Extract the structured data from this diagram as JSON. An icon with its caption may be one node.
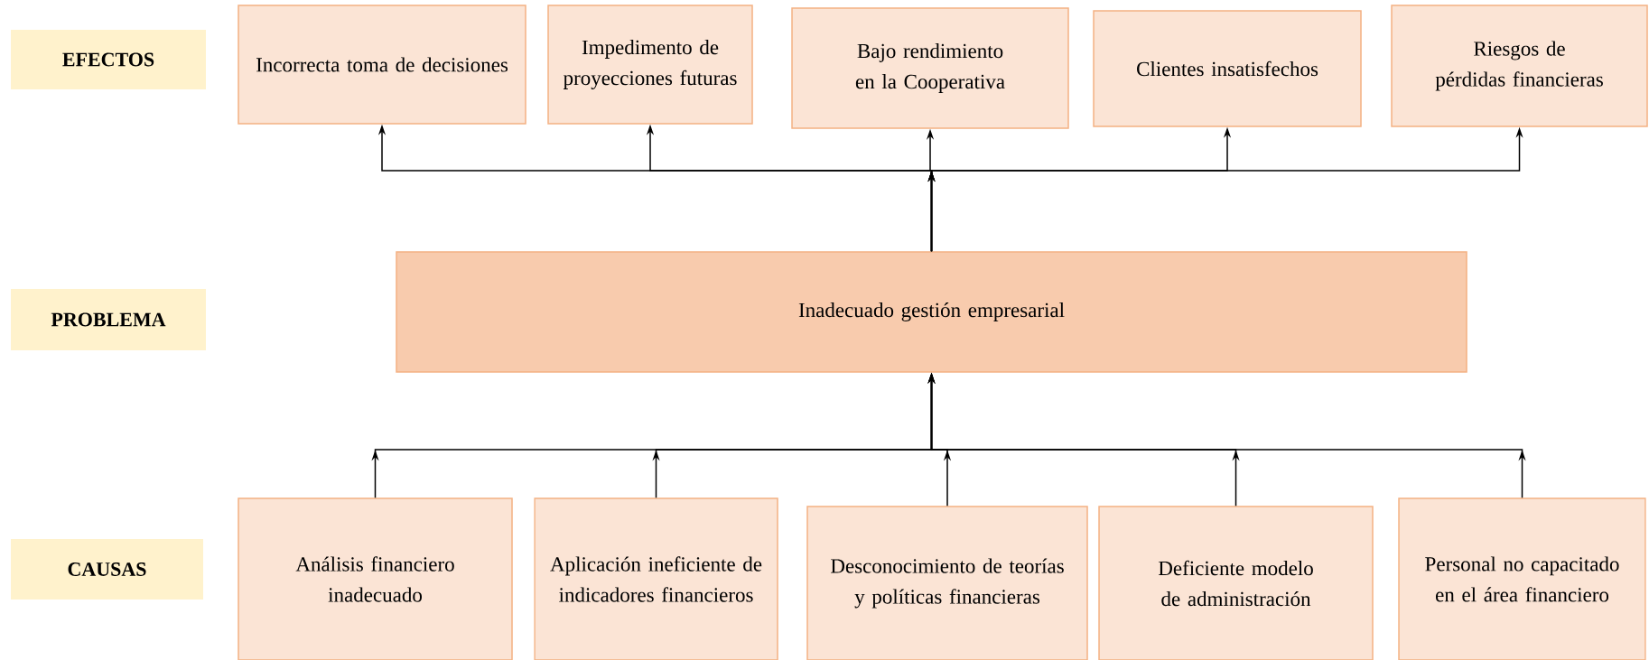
{
  "diagram": {
    "nodes": [
      {
        "text": [
          "EFECTOS"
        ]
      },
      {
        "text": [
          "PROBLEMA"
        ]
      },
      {
        "text": [
          "CAUSAS"
        ]
      },
      {
        "text": [
          "Incorrecta toma de decisiones"
        ]
      },
      {
        "text": [
          "Impedimento de proyecciones futuras"
        ]
      },
      {
        "text": [
          "Bajo rendimiento en la Cooperativa"
        ]
      },
      {
        "text": [
          "Clientes insatisfechos"
        ]
      },
      {
        "text": [
          "Riesgos de pérdidas financieras"
        ]
      },
      {
        "text": [
          "Inadecuado gestión empresarial"
        ]
      },
      {
        "text": [
          "Análisis financiero inadecuado"
        ]
      },
      {
        "text": [
          "Aplicación ineficiente de indicadores financieros"
        ]
      },
      {
        "text": [
          "Desconocimiento de teorías y políticas financieras"
        ]
      },
      {
        "text": [
          "Deficiente modelo de administración"
        ]
      },
      {
        "text": [
          "Personal no capacitado en el área financiero"
        ]
      }
    ],
    "edges": [
      {
        "from": 8,
        "to": 3,
        "arrow": "to"
      },
      {
        "from": 8,
        "to": 4,
        "arrow": "to"
      },
      {
        "from": 8,
        "to": 5,
        "arrow": "to"
      },
      {
        "from": 8,
        "to": 6,
        "arrow": "to"
      },
      {
        "from": 8,
        "to": 7,
        "arrow": "to"
      },
      {
        "from": 9,
        "to": 8,
        "arrow": "to"
      },
      {
        "from": 10,
        "to": 8,
        "arrow": "to"
      },
      {
        "from": 11,
        "to": 8,
        "arrow": "to"
      },
      {
        "from": 12,
        "to": 8,
        "arrow": "to"
      },
      {
        "from": 13,
        "to": 8,
        "arrow": "to"
      }
    ]
  }
}
